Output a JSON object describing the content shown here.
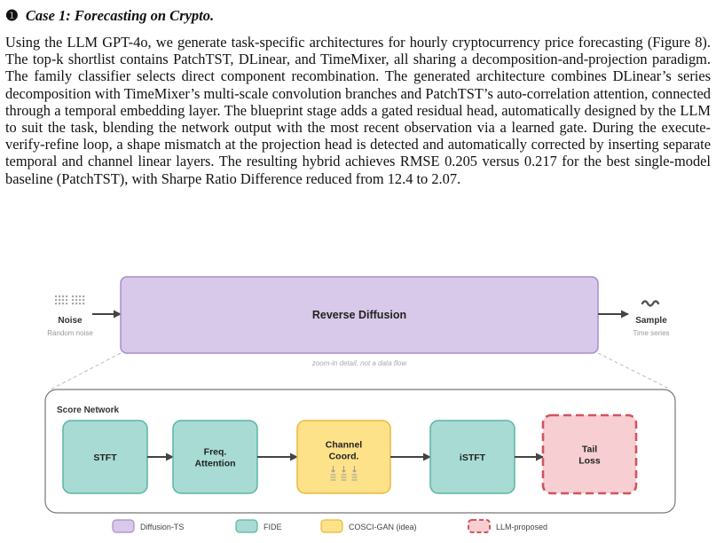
{
  "section": {
    "bullet": "❶",
    "heading": "Case 1: Forecasting on Crypto.",
    "paragraph": "Using the LLM GPT-4o, we generate task-specific architectures for hourly cryptocurrency price forecasting (Figure 8). The top-k shortlist contains PatchTST, DLinear, and TimeMixer, all sharing a decomposition-and-projection paradigm. The family classifier selects direct component recom­bination. The generated architecture combines DLinear’s series decomposition with TimeMixer’s multi-scale convolution branches and PatchTST’s auto-correlation attention, connected through a temporal embedding layer. The blueprint stage adds a gated residual head, automatically designed by the LLM to suit the task, blending the network output with the most recent observation via a learned gate. During the execute-verify-refine loop, a shape mismatch at the projection head is detected and automatically corrected by inserting separate temporal and channel linear layers. The resulting hybrid achieves RMSE 0.205 versus 0.217 for the best single-model baseline (PatchTST), with Sharpe Ratio Difference reduced from 12.4 to 2.07."
  },
  "figure": {
    "input": {
      "label": "Noise",
      "sublabel": "Random noise"
    },
    "diffusion": {
      "label": "Reverse Diffusion"
    },
    "output": {
      "label": "Sample",
      "sublabel": "Time series"
    },
    "zoom_note": "zoom-in detail, not a data flow",
    "score_network": {
      "title": "Score Network",
      "blocks": [
        {
          "lines": [
            "STFT"
          ],
          "source": "FIDE"
        },
        {
          "lines": [
            "Freq.",
            "Attention"
          ],
          "source": "FIDE"
        },
        {
          "lines": [
            "Channel",
            "Coord."
          ],
          "source": "COSCI-GAN (idea)"
        },
        {
          "lines": [
            "iSTFT"
          ],
          "source": "FIDE"
        },
        {
          "lines": [
            "Tail",
            "Loss"
          ],
          "source": "LLM-proposed"
        }
      ]
    },
    "legend": [
      {
        "label": "Diffusion-TS",
        "fill": "#d8c8ea",
        "stroke": "#a98dcb",
        "dashed": false
      },
      {
        "label": "FIDE",
        "fill": "#a8dbd3",
        "stroke": "#5db3a5",
        "dashed": false
      },
      {
        "label": "COSCI-GAN (idea)",
        "fill": "#fde28a",
        "stroke": "#e9b93c",
        "dashed": false
      },
      {
        "label": "LLM-proposed",
        "fill": "#f7cfd2",
        "stroke": "#d0545e",
        "dashed": true
      }
    ]
  }
}
